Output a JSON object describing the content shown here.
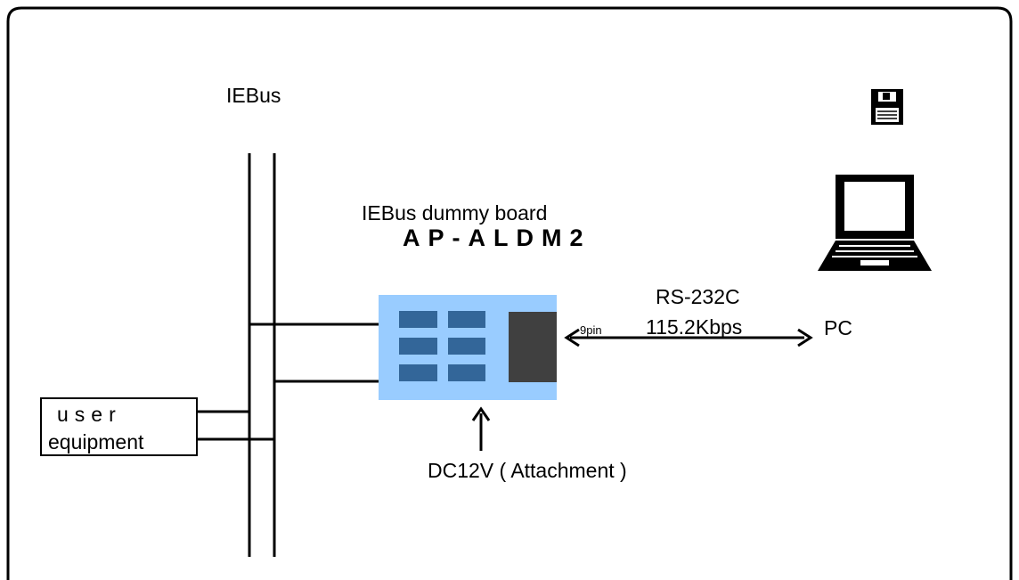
{
  "diagram": {
    "bus_label": "IEBus",
    "board_description": "IEBus dummy board",
    "board_model": "AP-ALDM2",
    "link_protocol": "RS-232C",
    "link_rate": "115.2Kbps",
    "connector": "9pin",
    "pc_label": "PC",
    "power_label": "DC12V ( Attachment )",
    "user_equipment_line1": "user",
    "user_equipment_line2": "equipment"
  },
  "icons": [
    "floppy-disk-icon",
    "laptop-icon"
  ],
  "colors": {
    "board_fill": "#99ccff",
    "board_keys": "#336699",
    "board_connector": "#404040",
    "line": "#000000"
  }
}
